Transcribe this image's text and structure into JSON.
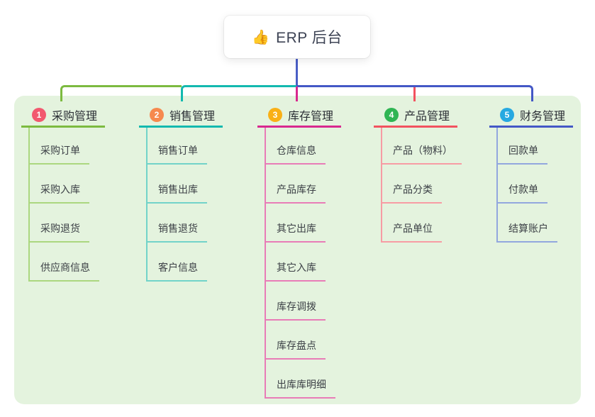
{
  "root": {
    "icon": "👍",
    "label": "ERP 后台"
  },
  "panel_color": "#e4f3de",
  "root_line_color": "#4a5ec6",
  "branches": [
    {
      "number": "1",
      "label": "采购管理",
      "badge_color": "#f2586f",
      "line_color": "#7cba40",
      "light_color": "#abd77f",
      "children": [
        "采购订单",
        "采购入库",
        "采购退货",
        "供应商信息"
      ]
    },
    {
      "number": "2",
      "label": "销售管理",
      "badge_color": "#f6894e",
      "line_color": "#13b9af",
      "light_color": "#72d3c9",
      "children": [
        "销售订单",
        "销售出库",
        "销售退货",
        "客户信息"
      ]
    },
    {
      "number": "3",
      "label": "库存管理",
      "badge_color": "#f9b016",
      "line_color": "#d8298f",
      "light_color": "#e87cb7",
      "children": [
        "仓库信息",
        "产品库存",
        "其它出库",
        "其它入库",
        "库存调拨",
        "库存盘点",
        "出库库明细"
      ]
    },
    {
      "number": "4",
      "label": "产品管理",
      "badge_color": "#2fb553",
      "line_color": "#f2525f",
      "light_color": "#f79ca4",
      "children": [
        "产品（物料）",
        "产品分类",
        "产品单位"
      ]
    },
    {
      "number": "5",
      "label": "财务管理",
      "badge_color": "#27a9e1",
      "line_color": "#4458c6",
      "light_color": "#92a7de",
      "children": [
        "回款单",
        "付款单",
        "结算账户"
      ]
    }
  ]
}
